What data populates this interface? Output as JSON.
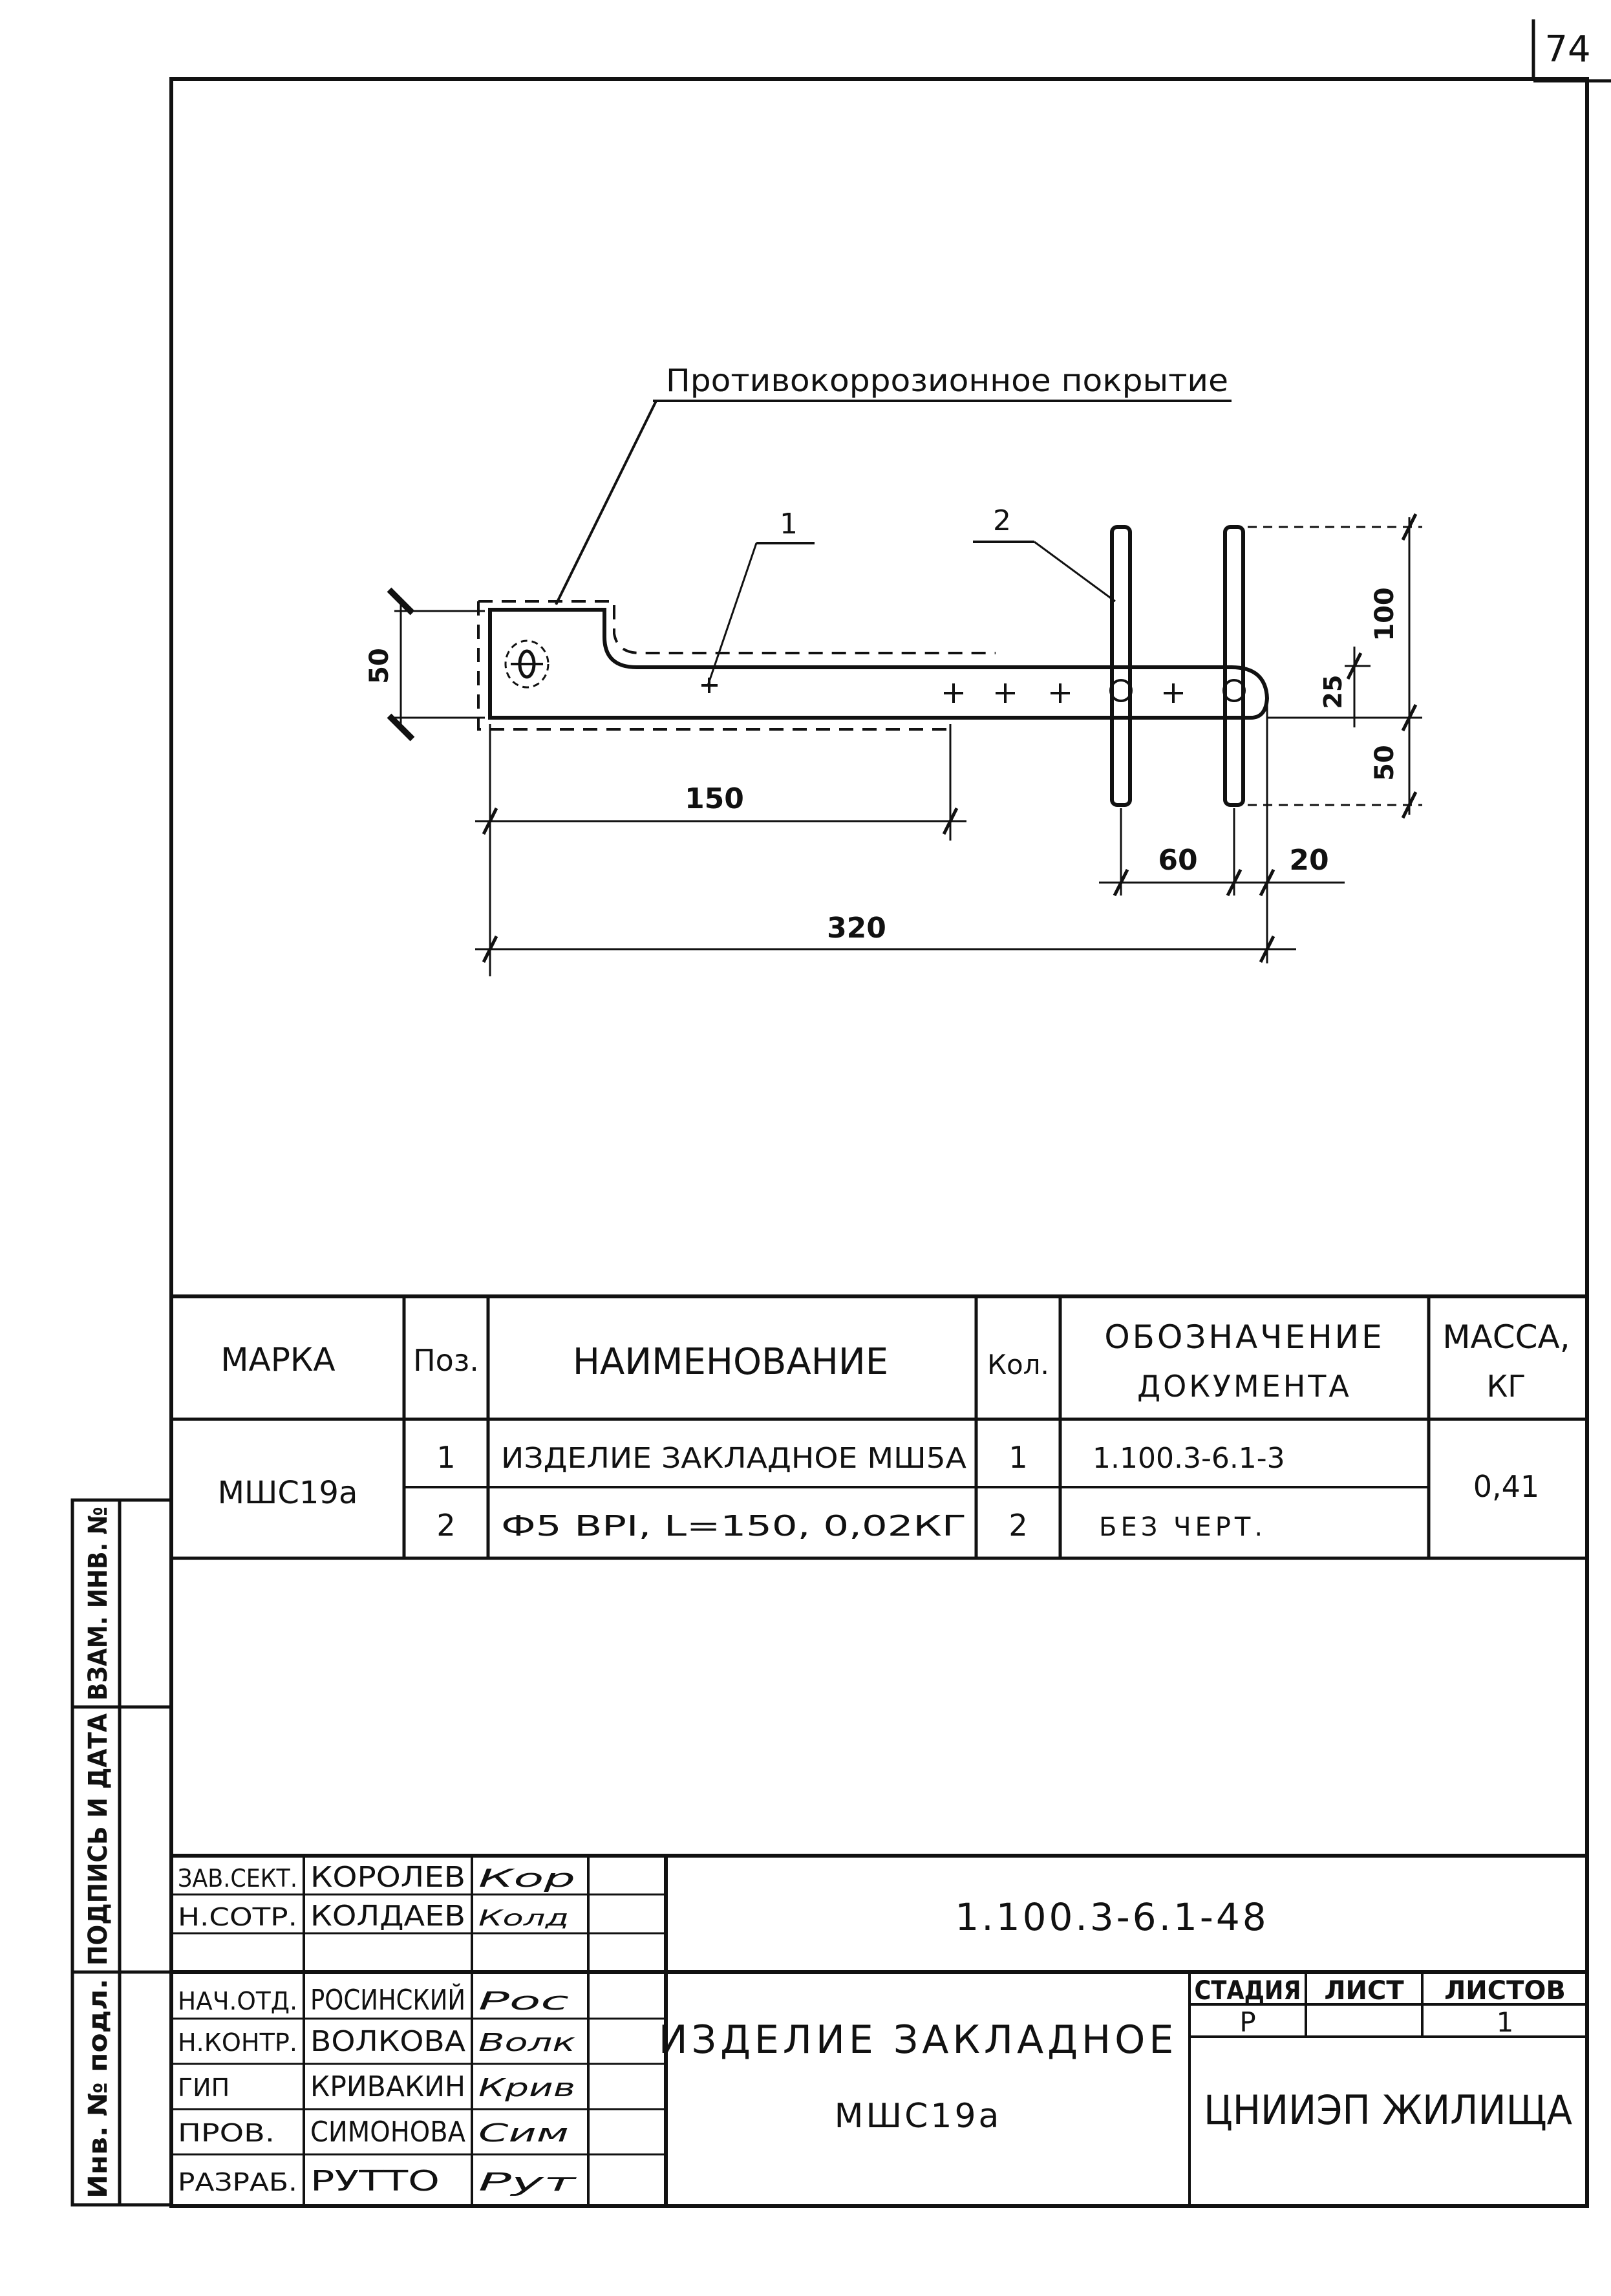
{
  "sheet_number": "74",
  "drawing": {
    "leader_note": "Противокоррозионное покрытие",
    "positions": [
      "1",
      "2"
    ],
    "dimensions": {
      "plate_height": "50",
      "length_150": "150",
      "length_320": "320",
      "bar_top": "100",
      "bar_offset": "25",
      "bar_bottom": "50",
      "spacing_60": "60",
      "end_20": "20"
    }
  },
  "spec_table": {
    "headers": {
      "mark": "Марка",
      "pos": "Поз.",
      "name": "Наименование",
      "qty": "Кол.",
      "doc_line1": "Обозначение",
      "doc_line2": "документа",
      "mass_line1": "Масса,",
      "mass_line2": "кг"
    },
    "mark": "МШС19а",
    "mass": "0,41",
    "rows": [
      {
        "pos": "1",
        "name": "Изделие закладное МШ5а",
        "qty": "1",
        "doc": "1.100.3-6.1-3"
      },
      {
        "pos": "2",
        "name": "Ф5 ВрI, L=150, 0,02кг",
        "qty": "2",
        "doc": "без черт."
      }
    ]
  },
  "side_stamp": {
    "inv_podl": "Инв. № подл.",
    "podpis_data": "Подпись и дата",
    "vzam_inv": "Взам. инв. №"
  },
  "title_block": {
    "doc_code": "1.100.3-6.1-48",
    "title_line1": "Изделие закладное",
    "title_line2": "МШС19а",
    "stage_header": "Стадия",
    "sheet_header": "Лист",
    "sheets_header": "Листов",
    "stage": "Р",
    "sheets": "1",
    "organization": "ЦНИИЭП жилища",
    "people": [
      {
        "role": "Зав.сект.",
        "name": "Королев",
        "signature": "Кор"
      },
      {
        "role": "Н.сотр.",
        "name": "Колдаев",
        "signature": "Колд"
      },
      {
        "role": "Нач.отд.",
        "name": "Росинский",
        "signature": "Рос"
      },
      {
        "role": "Н.контр.",
        "name": "Волкова",
        "signature": "Волк"
      },
      {
        "role": "ГИП",
        "name": "Кривакин",
        "signature": "Крив"
      },
      {
        "role": "Пров.",
        "name": "Симонова",
        "signature": "Сим"
      },
      {
        "role": "Разраб.",
        "name": "Рутто",
        "signature": "Рут"
      }
    ]
  }
}
